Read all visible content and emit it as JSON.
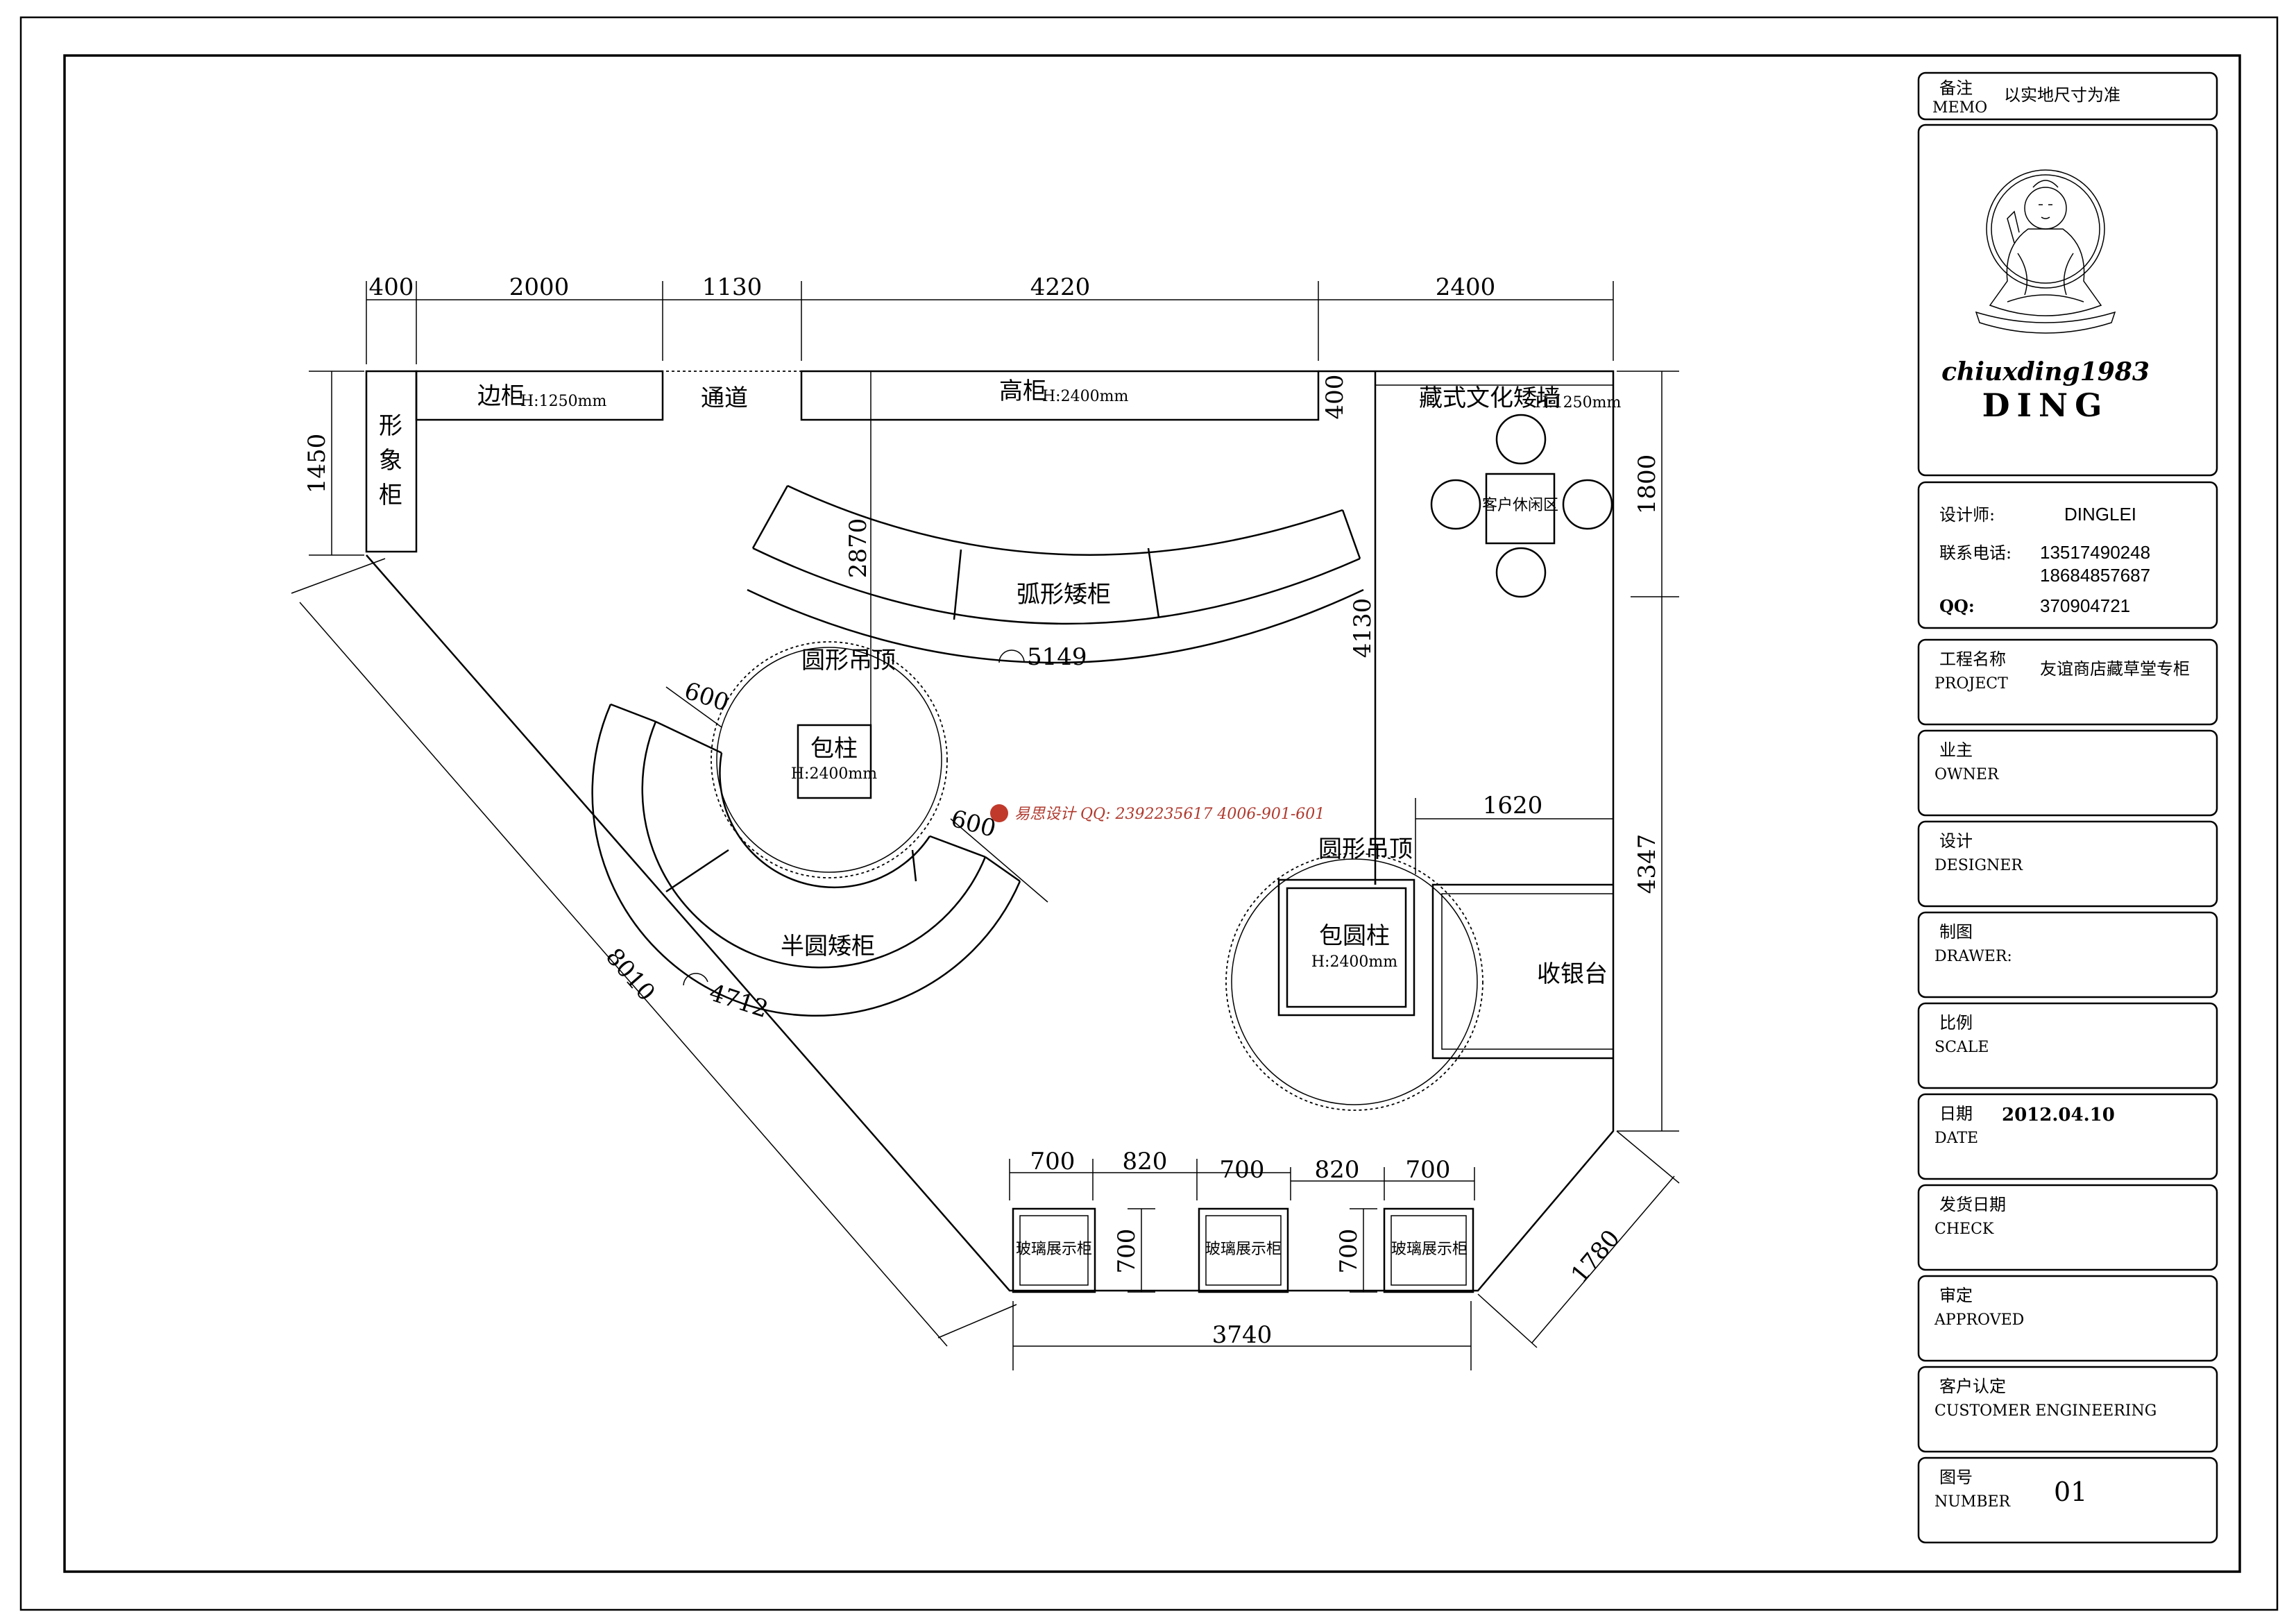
{
  "title_block": {
    "memo_label": "备注",
    "memo_label_en": "MEMO",
    "memo_value": "以实地尺寸为准",
    "logo_text_1": "chiuxding1983",
    "logo_text_2": "DING",
    "designer_label": "设计师:",
    "designer_value": "DINGLEI",
    "phone_label": "联系电话:",
    "phone_1": "13517490248",
    "phone_2": "18684857687",
    "qq_label": "QQ:",
    "qq_value": "370904721",
    "rows": [
      {
        "cn": "工程名称",
        "en": "PROJECT",
        "value": "友谊商店藏草堂专柜"
      },
      {
        "cn": "业主",
        "en": "OWNER",
        "value": ""
      },
      {
        "cn": "设计",
        "en": "DESIGNER",
        "value": ""
      },
      {
        "cn": "制图",
        "en": "DRAWER:",
        "value": ""
      },
      {
        "cn": "比例",
        "en": "SCALE",
        "value": ""
      },
      {
        "cn": "日期",
        "en": "DATE",
        "value": "2012.04.10"
      },
      {
        "cn": "发货日期",
        "en": "CHECK",
        "value": ""
      },
      {
        "cn": "审定",
        "en": "APPROVED",
        "value": ""
      },
      {
        "cn": "客户认定",
        "en": "CUSTOMER ENGINEERING",
        "value": ""
      },
      {
        "cn": "图号",
        "en": "NUMBER",
        "value": "01"
      }
    ]
  },
  "plan": {
    "dims_top": [
      "400",
      "2000",
      "1130",
      "4220",
      "2400"
    ],
    "dim_left": "1450",
    "dim_right_top": "1800",
    "dim_right_bottom": "4347",
    "dim_diag_left": "8010",
    "dim_diag_right": "1780",
    "dim_2870": "2870",
    "dim_4130": "4130",
    "dim_1620": "1620",
    "dim_400_high": "400",
    "dim_600_a": "600",
    "dim_600_b": "600",
    "arc_5149": "5149",
    "arc_4712": "4712",
    "dims_bottom": [
      "700",
      "820",
      "700",
      "820",
      "700"
    ],
    "dim_700_v1": "700",
    "dim_700_v2": "700",
    "dim_3740": "3740",
    "labels": {
      "image_cabinet": [
        "形",
        "象",
        "柜"
      ],
      "side_cabinet": "边柜",
      "side_cabinet_h": "H:1250mm",
      "passage": "通道",
      "high_cabinet": "高柜",
      "high_cabinet_h": "H:2400mm",
      "tibet_wall": "藏式文化矮墙",
      "tibet_wall_h": "H:1250mm",
      "lounge": "客户休闲区",
      "arc_cabinet": "弧形矮柜",
      "ceiling_1": "圆形吊顶",
      "pillar": "包柱",
      "pillar_h": "H:2400mm",
      "semi_cabinet": "半圆矮柜",
      "ceiling_2": "圆形吊顶",
      "round_pillar": "包圆柱",
      "round_pillar_h": "H:2400mm",
      "cashier": "收银台",
      "glass_case": "玻璃展示柜",
      "watermark": "易思设计 QQ: 2392235617 4006-901-601"
    }
  }
}
